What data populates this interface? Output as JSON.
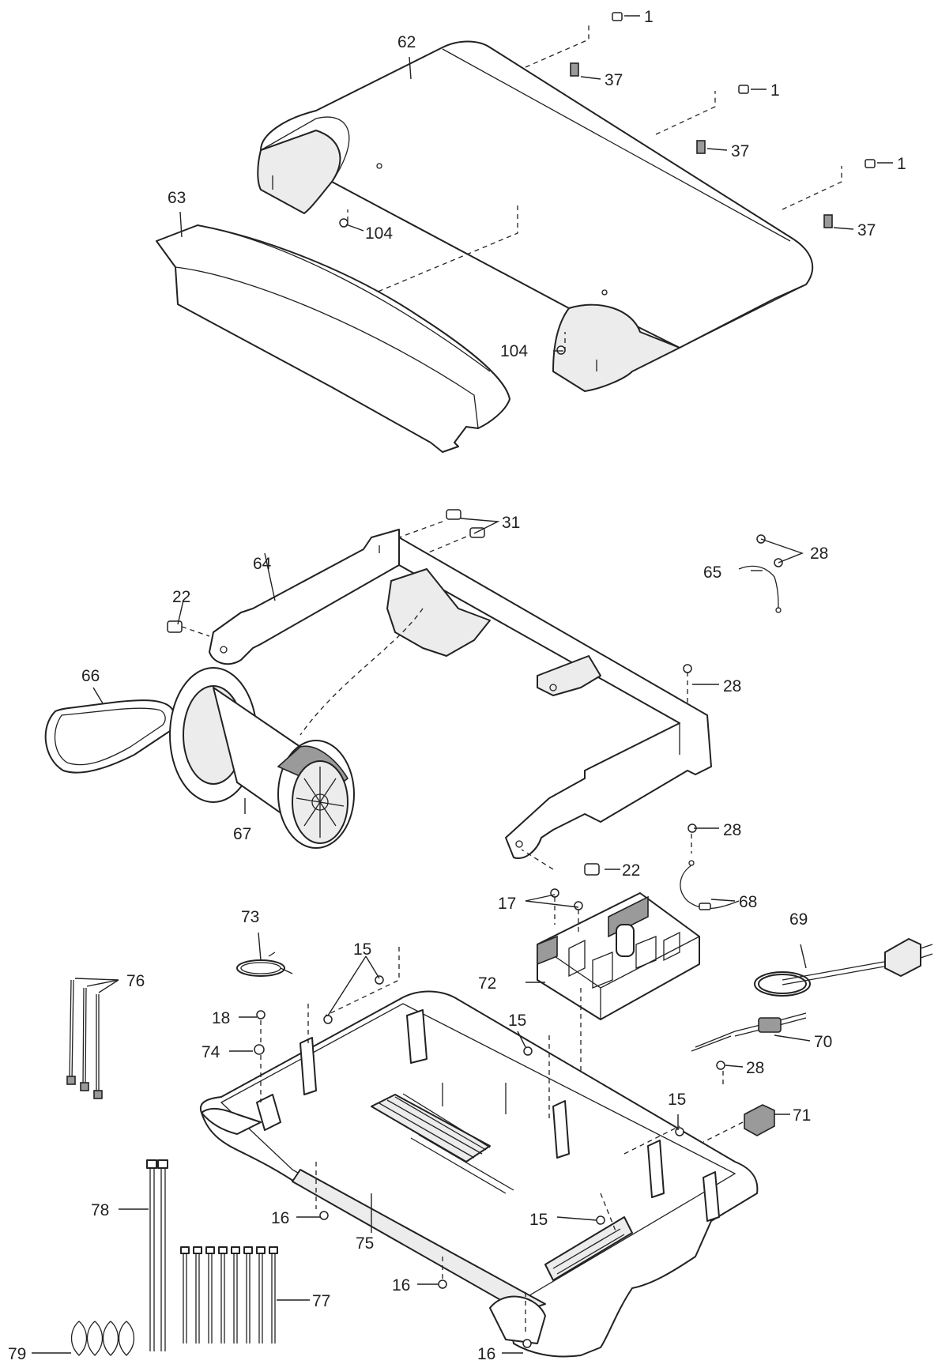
{
  "diagram": {
    "callouts": {
      "c1a": "1",
      "c1b": "1",
      "c1c": "1",
      "c15a": "15",
      "c15b": "15",
      "c15c": "15",
      "c15d": "15",
      "c16a": "16",
      "c16b": "16",
      "c16c": "16",
      "c17": "17",
      "c18": "18",
      "c22a": "22",
      "c22b": "22",
      "c28a": "28",
      "c28b": "28",
      "c28c": "28",
      "c28d": "28",
      "c31": "31",
      "c37a": "37",
      "c37b": "37",
      "c37c": "37",
      "c62": "62",
      "c63": "63",
      "c64": "64",
      "c65": "65",
      "c66": "66",
      "c67": "67",
      "c68": "68",
      "c69": "69",
      "c70": "70",
      "c71": "71",
      "c72": "72",
      "c73": "73",
      "c74": "74",
      "c75": "75",
      "c76": "76",
      "c77": "77",
      "c78": "78",
      "c79": "79",
      "c104a": "104",
      "c104b": "104"
    }
  }
}
